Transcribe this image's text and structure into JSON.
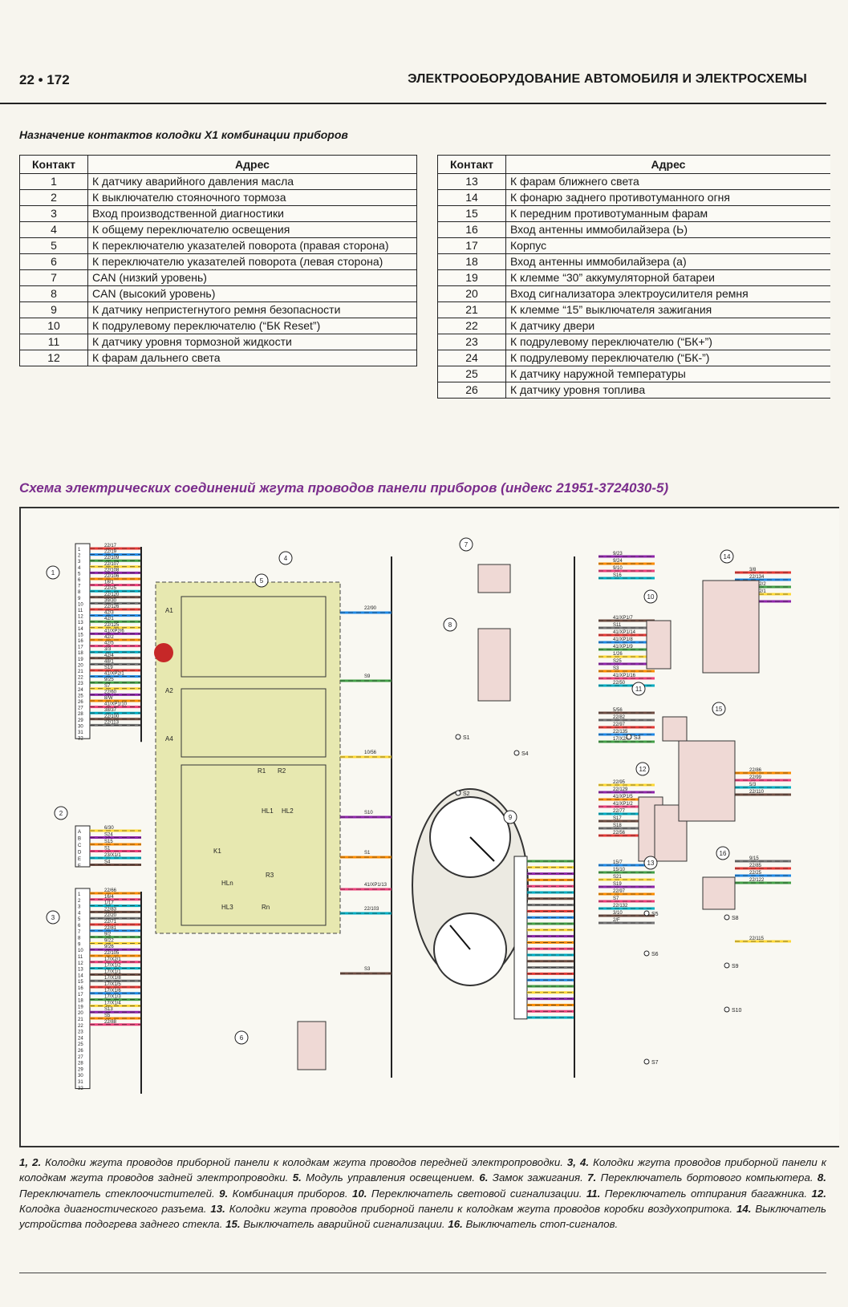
{
  "header": {
    "page_number": "22 • 172",
    "section_title": "ЭЛЕКТРООБОРУДОВАНИЕ АВТОМОБИЛЯ И ЭЛЕКТРОСХЕМЫ"
  },
  "table_title": "Назначение контактов колодки X1 комбинации приборов",
  "table": {
    "columns": [
      "Контакт",
      "Адрес"
    ],
    "left_rows": [
      {
        "pin": "1",
        "address": "К датчику аварийного давления масла"
      },
      {
        "pin": "2",
        "address": "К выключателю стояночного тормоза"
      },
      {
        "pin": "3",
        "address": "Вход производственной диагностики"
      },
      {
        "pin": "4",
        "address": "К общему переключателю освещения"
      },
      {
        "pin": "5",
        "address": "К переключателю указателей поворота (правая сторона)"
      },
      {
        "pin": "6",
        "address": "К переключателю указателей поворота (левая сторона)"
      },
      {
        "pin": "7",
        "address": "CAN (низкий уровень)"
      },
      {
        "pin": "8",
        "address": "CAN (высокий уровень)"
      },
      {
        "pin": "9",
        "address": "К датчику непристегнутого ремня безопасности"
      },
      {
        "pin": "10",
        "address": "К подрулевому переключателю (“БК Reset”)"
      },
      {
        "pin": "11",
        "address": "К датчику уровня тормозной жидкости"
      },
      {
        "pin": "12",
        "address": "К фарам дальнего света"
      }
    ],
    "right_rows": [
      {
        "pin": "13",
        "address": "К фарам ближнего света"
      },
      {
        "pin": "14",
        "address": "К фонарю заднего противотуманного огня"
      },
      {
        "pin": "15",
        "address": "К передним противотуманным фарам"
      },
      {
        "pin": "16",
        "address": "Вход антенны иммобилайзера (Ь)"
      },
      {
        "pin": "17",
        "address": "Корпус"
      },
      {
        "pin": "18",
        "address": "Вход антенны иммобилайзера (а)"
      },
      {
        "pin": "19",
        "address": "К клемме “30” аккумуляторной батареи"
      },
      {
        "pin": "20",
        "address": "Вход сигнализатора электроусилителя ремня"
      },
      {
        "pin": "21",
        "address": "К клемме “15” выключателя зажигания"
      },
      {
        "pin": "22",
        "address": "К датчику двери"
      },
      {
        "pin": "23",
        "address": "К подрулевому переключателю (“БК+”)"
      },
      {
        "pin": "24",
        "address": "К подрулевому переключателю (“БК-”)"
      },
      {
        "pin": "25",
        "address": "К датчику наружной температуры"
      },
      {
        "pin": "26",
        "address": "К датчику уровня топлива"
      }
    ]
  },
  "scheme_title": "Схема электрических соединений жгута проводов панели приборов (индекс 21951-3724030-5)",
  "diagram": {
    "colors": {
      "accent_purple": "#7a2d8c",
      "module_fill": "#e7e8b0",
      "wire_palette": [
        "#e53935",
        "#1e88e5",
        "#43a047",
        "#fdd835",
        "#8e24aa",
        "#fb8c00",
        "#ec407a",
        "#00acc1",
        "#6d4c41",
        "#757575"
      ]
    },
    "component_numbers": [
      "1",
      "2",
      "3",
      "4",
      "5",
      "6",
      "7",
      "8",
      "9",
      "10",
      "11",
      "12",
      "13",
      "14",
      "15",
      "16"
    ],
    "harness_pin_labels": [
      "1",
      "2",
      "3",
      "4",
      "5",
      "6",
      "7",
      "8",
      "9",
      "10",
      "11",
      "12",
      "13",
      "14",
      "15",
      "16",
      "17",
      "18",
      "19",
      "20",
      "21",
      "22",
      "23",
      "24",
      "25",
      "26",
      "27",
      "28",
      "29",
      "30",
      "31",
      "32"
    ],
    "wire_codes_c1": [
      "22/17",
      "22/19",
      "22/109",
      "22/107",
      "22/108",
      "22/106",
      "18/1",
      "22/25",
      "22/120",
      "39/30",
      "22/126",
      "42/3",
      "42/1",
      "22/125",
      "41/XP2/6",
      "42/2",
      "42/5",
      "3/3",
      "42/4",
      "48/1",
      "S19",
      "41/XP2/1",
      "9/25",
      "S7",
      "22/60",
      "8/W",
      "41/XP1/10",
      "38/37",
      "22/100",
      "22/113"
    ],
    "wire_codes_c3": [
      "22/66",
      "16/4",
      "1/17",
      "22/83",
      "22/20",
      "22/71",
      "22/81",
      "9/2",
      "9/22",
      "9/26",
      "22/105",
      "17/X2/1",
      "17/X1/2",
      "17/X1/1",
      "17/X1/8",
      "17/X1/5",
      "17/X1/6",
      "17/X1/3",
      "17/X1/4",
      "S13",
      "S5",
      "22/88"
    ],
    "wire_codes_c2": [
      "6/30",
      "S24",
      "S15",
      "S1",
      "23/X1/1",
      "S4"
    ],
    "wire_codes_right": [
      "9/23",
      "9/24",
      "9/10",
      "S16",
      "41/XP1/7",
      "S11",
      "41/XP1/14",
      "41/XP1/8",
      "41/XP1/9",
      "1/26",
      "S25",
      "S3",
      "41/XP1/16",
      "22/50",
      "5/56",
      "22/82",
      "22/97",
      "22/135",
      "17/X2/7",
      "22/95",
      "22/129",
      "41/XP1/5",
      "41/XP1/2",
      "22/77",
      "S17",
      "S18",
      "22/56",
      "15/7",
      "15/10",
      "S21",
      "S19",
      "22/97",
      "S7",
      "22/132",
      "3/10",
      "2/F",
      "3/8",
      "22/134",
      "28/X2/2",
      "28/X2/1",
      "6/15",
      "22/86",
      "22/99",
      "5/3",
      "22/110",
      "9/15",
      "22/85",
      "22/25",
      "22/122",
      "22/115"
    ],
    "bus_labels": [
      "S1",
      "S2",
      "S3",
      "S4",
      "S5",
      "S6",
      "S7",
      "S8",
      "S9",
      "S10"
    ],
    "module_labels": [
      "A1",
      "A2",
      "A4",
      "K1",
      "R1",
      "R2",
      "R3",
      "Rn",
      "HL1",
      "HL2",
      "HL3",
      "HLn"
    ]
  },
  "legend_html_parts": [
    {
      "num": "1, 2.",
      "text": " Колодки жгута проводов приборной панели к колодкам жгута проводов передней электропроводки. "
    },
    {
      "num": "3, 4.",
      "text": " Колодки жгута проводов приборной панели к колодкам жгута проводов задней электропроводки. "
    },
    {
      "num": "5.",
      "text": " Модуль управления освещением. "
    },
    {
      "num": "6.",
      "text": " Замок зажигания. "
    },
    {
      "num": "7.",
      "text": " Переключатель бортового компьютера. "
    },
    {
      "num": "8.",
      "text": " Переключатель стеклоочистителей. "
    },
    {
      "num": "9.",
      "text": " Комбинация приборов. "
    },
    {
      "num": "10.",
      "text": " Переключатель световой сигнализации. "
    },
    {
      "num": "11.",
      "text": " Переключатель отпирания багажника. "
    },
    {
      "num": "12.",
      "text": " Колодка диагностического разъема. "
    },
    {
      "num": "13.",
      "text": " Колодки жгута проводов приборной панели к колодкам жгута проводов коробки воздухопритока. "
    },
    {
      "num": "14.",
      "text": " Выключатель устройства подогрева заднего стекла. "
    },
    {
      "num": "15.",
      "text": " Выключатель аварийной сигнализации. "
    },
    {
      "num": "16.",
      "text": " Выключатель стоп-сигналов."
    }
  ]
}
